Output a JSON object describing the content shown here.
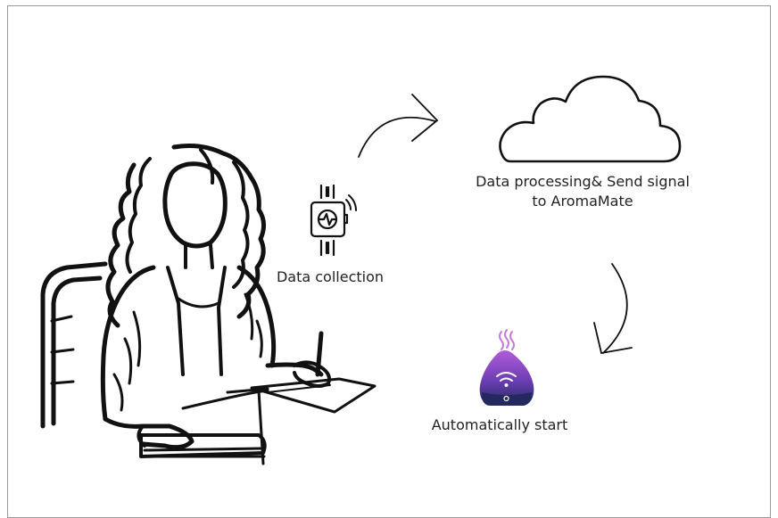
{
  "steps": {
    "collection": {
      "label": "Data collection",
      "icon": "smartwatch-icon"
    },
    "processing": {
      "label_line1": "Data processing& Send signal",
      "label_line2": "to AromaMate",
      "icon": "cloud-icon"
    },
    "start": {
      "label": "Automatically start",
      "icon": "diffuser-icon"
    }
  },
  "colors": {
    "line": "#111111",
    "diffuser_top": "#a24bd6",
    "diffuser_bottom": "#2a2f6e",
    "steam": "#c77bd9"
  }
}
